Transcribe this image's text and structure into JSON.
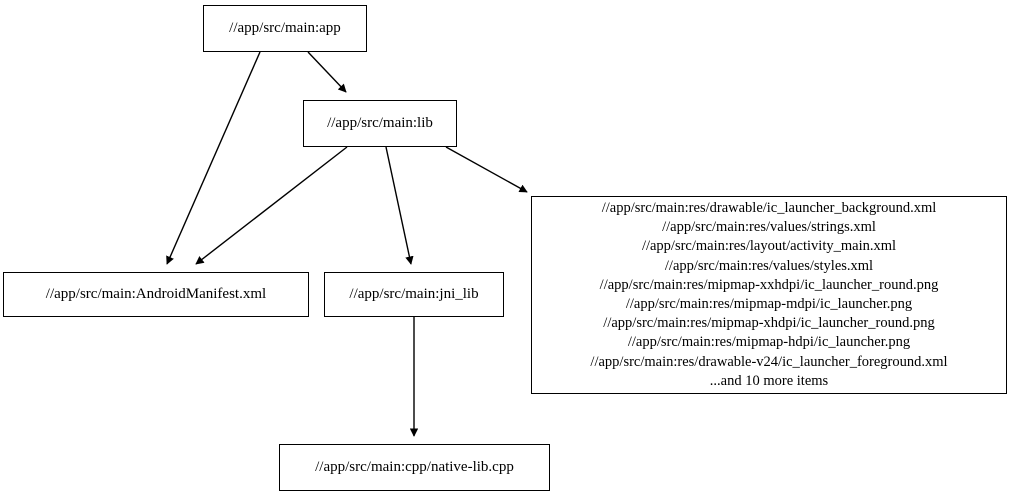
{
  "graph": {
    "nodes": [
      {
        "id": "app",
        "name": "node-app",
        "label": "//app/src/main:app"
      },
      {
        "id": "lib",
        "name": "node-lib",
        "label": "//app/src/main:lib"
      },
      {
        "id": "manifest",
        "name": "node-android-manifest",
        "label": "//app/src/main:AndroidManifest.xml"
      },
      {
        "id": "jni_lib",
        "name": "node-jni-lib",
        "label": "//app/src/main:jni_lib"
      },
      {
        "id": "native_lib",
        "name": "node-native-lib",
        "label": "//app/src/main:cpp/native-lib.cpp"
      },
      {
        "id": "res_files",
        "name": "node-res-files",
        "label": "//app/src/main:res/drawable/ic_launcher_background.xml\n//app/src/main:res/values/strings.xml\n//app/src/main:res/layout/activity_main.xml\n//app/src/main:res/values/styles.xml\n//app/src/main:res/mipmap-xxhdpi/ic_launcher_round.png\n//app/src/main:res/mipmap-mdpi/ic_launcher.png\n//app/src/main:res/mipmap-xhdpi/ic_launcher_round.png\n//app/src/main:res/mipmap-hdpi/ic_launcher.png\n//app/src/main:res/drawable-v24/ic_launcher_foreground.xml\n...and 10 more items",
        "lines": [
          "//app/src/main:res/drawable/ic_launcher_background.xml",
          "//app/src/main:res/values/strings.xml",
          "//app/src/main:res/layout/activity_main.xml",
          "//app/src/main:res/values/styles.xml",
          "//app/src/main:res/mipmap-xxhdpi/ic_launcher_round.png",
          "//app/src/main:res/mipmap-mdpi/ic_launcher.png",
          "//app/src/main:res/mipmap-xhdpi/ic_launcher_round.png",
          "//app/src/main:res/mipmap-hdpi/ic_launcher.png",
          "//app/src/main:res/drawable-v24/ic_launcher_foreground.xml",
          "...and 10 more items"
        ],
        "truncation_note": "...and 10 more items"
      }
    ],
    "edges": [
      {
        "id": "app-to-manifest",
        "from": "app",
        "to": "manifest"
      },
      {
        "id": "app-to-lib",
        "from": "app",
        "to": "lib"
      },
      {
        "id": "lib-to-manifest",
        "from": "lib",
        "to": "manifest"
      },
      {
        "id": "lib-to-jni-lib",
        "from": "lib",
        "to": "jni_lib"
      },
      {
        "id": "lib-to-res-files",
        "from": "lib",
        "to": "res_files"
      },
      {
        "id": "jni-lib-to-native",
        "from": "jni_lib",
        "to": "native_lib"
      }
    ],
    "style": {
      "background": "#ffffff",
      "node_fill": "#ffffff",
      "node_border": "#000000",
      "edge_color": "#000000",
      "text_color": "#000000"
    }
  }
}
